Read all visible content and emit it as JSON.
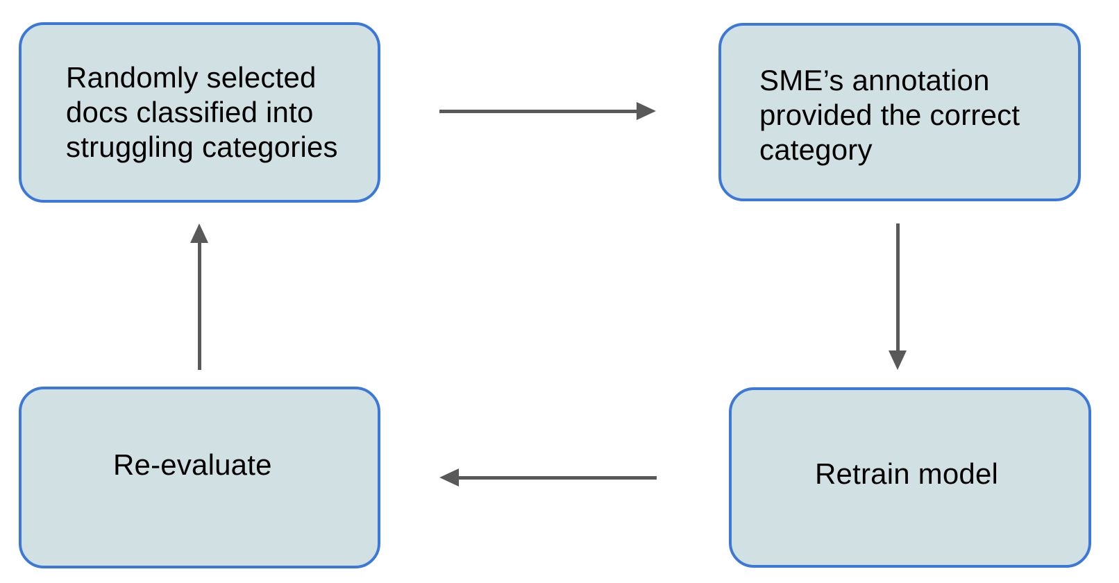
{
  "diagram": {
    "type": "cycle-flowchart",
    "colors": {
      "background": "#ffffff",
      "box_fill": "#d0e0e3",
      "box_border": "#3c78d8",
      "arrow": "#595959",
      "text": "#000000"
    },
    "nodes": [
      {
        "id": "random-docs",
        "text": "Randomly selected\ndocs classified into\nstruggling categories"
      },
      {
        "id": "sme-annotation",
        "text": "SME’s annotation\nprovided the correct\ncategory"
      },
      {
        "id": "retrain-model",
        "text": "Retrain model"
      },
      {
        "id": "re-evaluate",
        "text": "Re-evaluate"
      }
    ],
    "edges": [
      {
        "from": "random-docs",
        "to": "sme-annotation",
        "direction": "right"
      },
      {
        "from": "sme-annotation",
        "to": "retrain-model",
        "direction": "down"
      },
      {
        "from": "retrain-model",
        "to": "re-evaluate",
        "direction": "left"
      },
      {
        "from": "re-evaluate",
        "to": "random-docs",
        "direction": "up"
      }
    ]
  }
}
